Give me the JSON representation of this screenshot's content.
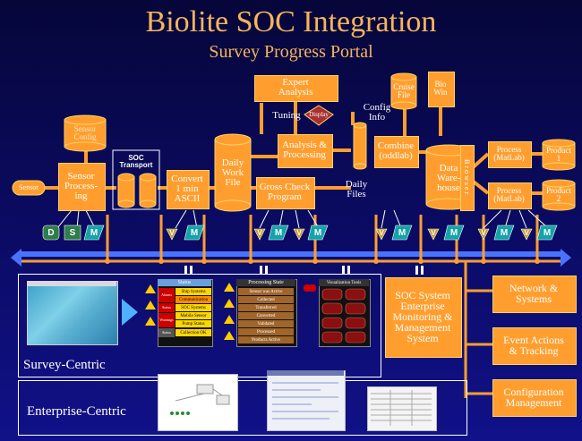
{
  "title": "Biolite SOC Integration",
  "subtitle": "Survey Progress Portal",
  "nodes": {
    "sensor": "Sensor",
    "sensor_config": "Sensor\nConfig",
    "sensor_processing": "Sensor\nProcess-\ning",
    "soc_transport": "SOC\nTransport",
    "convert": "Convert\n1 min\nASCII",
    "daily_work_file": "Daily\nWork\nFile",
    "expert_analysis": "Expert\nAnalysis",
    "tuning": "Tuning",
    "display": "Display",
    "analysis_processing": "Analysis &\nProcessing",
    "gross_check": "Gross Check\nProgram",
    "config_info": "Config\nInfo",
    "daily_files": "Daily\nFiles",
    "cruise_file": "Cruise\nFile",
    "bio_win": "Bio\nWin",
    "combine": "Combine\n(oddlab)",
    "data_warehouse": "Data\nWare-\nhouse",
    "browser": "B r o w s e r",
    "process1": "Process\n(MatLab)",
    "process2": "Process\n(MatLab)",
    "product1": "Product\n1",
    "product2": "Product\n2"
  },
  "icons": {
    "d": "D",
    "s": "S",
    "m": "M",
    "v": "V",
    "p": "P"
  },
  "status_panel": {
    "title": "Status",
    "rows": [
      "Ship Systems",
      "Communication",
      "SOC Systems",
      "Mobile Sensor",
      "Pump Status",
      "Collection OK"
    ],
    "side": [
      "Alarms",
      "Status",
      "Warnings",
      "Status"
    ]
  },
  "processing_panel": {
    "title": "Processing State",
    "rows": [
      "Sensor was Active",
      "Collected",
      "Transferred",
      "Converted",
      "Validated",
      "Processed",
      "Products Active"
    ]
  },
  "visualization_panel": {
    "title": "Visualization Tools"
  },
  "soc_system": "SOC System\nEnterprise\nMonitoring &\nManagement\nSystem",
  "side_boxes": [
    "Network &\nSystems",
    "Event Actions\n& Tracking",
    "Configuration\nManagement"
  ],
  "section_labels": {
    "survey_centric": "Survey-Centric",
    "enterprise_centric": "Enterprise-Centric"
  },
  "colors": {
    "orange": "#ff9e2e",
    "title": "#f6b45a",
    "bus": "#4a72ff",
    "icon_green": "#2e7d4a",
    "icon_teal": "#14a3a8"
  }
}
